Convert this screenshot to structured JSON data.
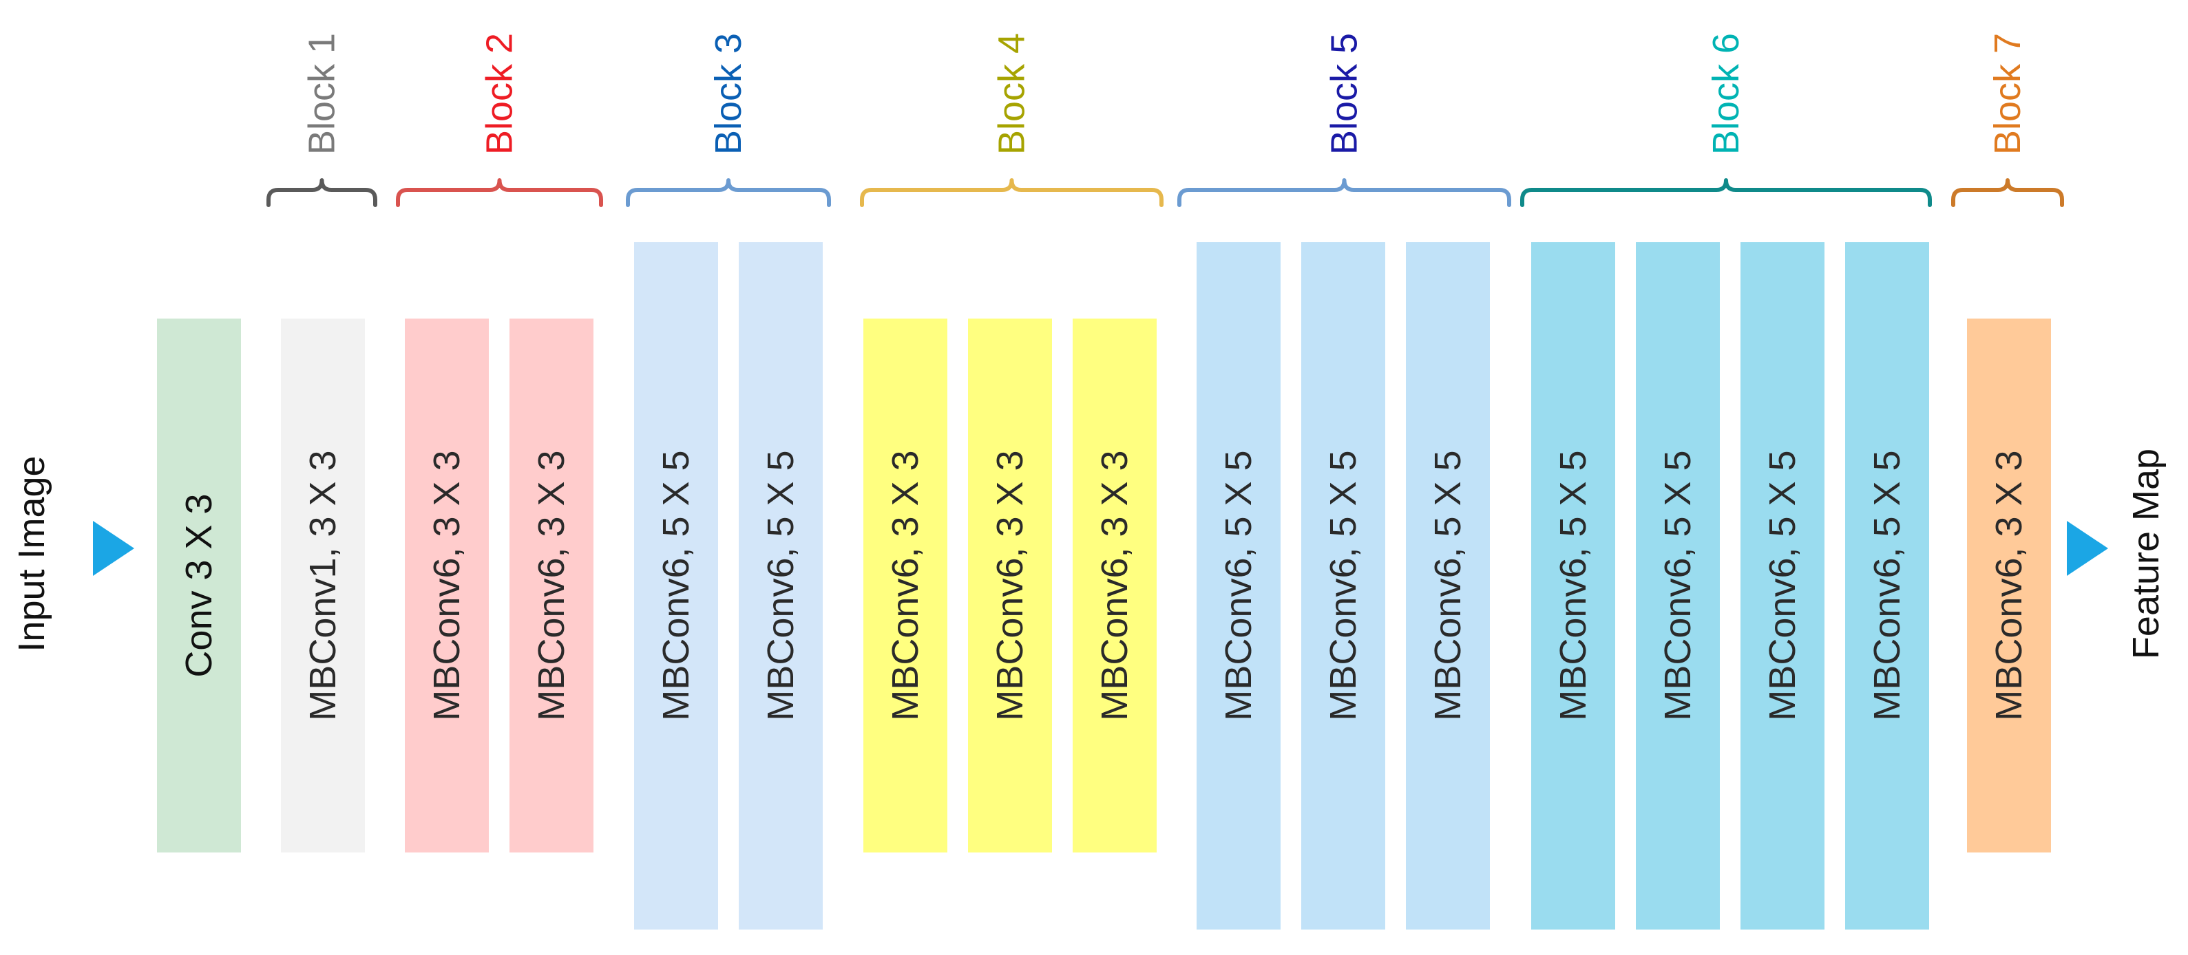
{
  "input": {
    "label": "Input Image"
  },
  "output": {
    "label": "Feature Map"
  },
  "arrow_color": "#1ba6e5",
  "stem": {
    "label": "Conv 3 X 3",
    "color": "#cfe8d4"
  },
  "blocks": [
    {
      "label": "Block 1",
      "label_color": "#7a7a7a",
      "brace_color": "#5a5a5a",
      "layer_color": "#f2f2f2",
      "layers": [
        "MBConv1, 3 X 3"
      ]
    },
    {
      "label": "Block 2",
      "label_color": "#ee1c24",
      "brace_color": "#d9534f",
      "layer_color": "#ffcccc",
      "layers": [
        "MBConv6, 3 X 3",
        "MBConv6, 3 X 3"
      ]
    },
    {
      "label": "Block 3",
      "label_color": "#0a5fb4",
      "brace_color": "#6b9bd1",
      "layer_color": "#d3e6f9",
      "layers": [
        "MBConv6, 5 X 5",
        "MBConv6, 5 X 5"
      ]
    },
    {
      "label": "Block 4",
      "label_color": "#a6a300",
      "brace_color": "#e6b84d",
      "layer_color": "#ffff80",
      "layers": [
        "MBConv6, 3 X 3",
        "MBConv6, 3 X 3",
        "MBConv6, 3 X 3"
      ]
    },
    {
      "label": "Block 5",
      "label_color": "#1a1aa6",
      "brace_color": "#6b9bd1",
      "layer_color": "#c1e2f8",
      "layers": [
        "MBConv6, 5 X 5",
        "MBConv6, 5 X 5",
        "MBConv6, 5 X 5"
      ]
    },
    {
      "label": "Block 6",
      "label_color": "#00b3b3",
      "brace_color": "#0f8a8a",
      "layer_color": "#9adcef",
      "layers": [
        "MBConv6, 5 X 5",
        "MBConv6, 5 X 5",
        "MBConv6, 5 X 5",
        "MBConv6, 5 X 5"
      ]
    },
    {
      "label": "Block 7",
      "label_color": "#e07a1f",
      "brace_color": "#cc7a29",
      "layer_color": "#ffca99",
      "layers": [
        "MBConv6, 3 X 3"
      ]
    }
  ]
}
